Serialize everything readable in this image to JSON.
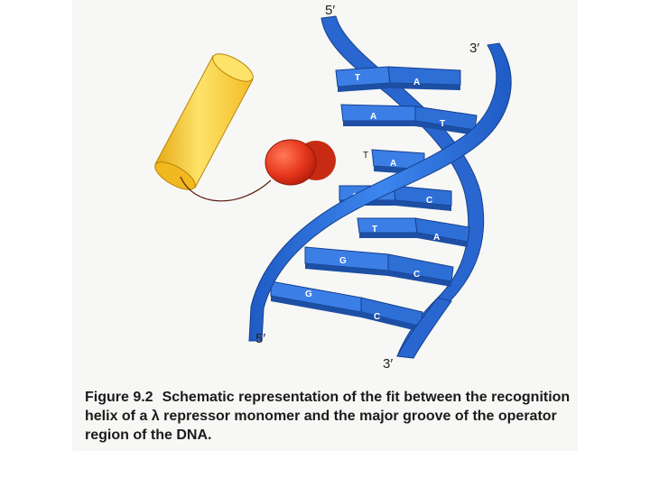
{
  "diagram": {
    "strand_labels": {
      "top_left": "5′",
      "top_right": "3′",
      "bottom_left": "5′",
      "bottom_right": "3′"
    },
    "bases": [
      {
        "left": "T",
        "right": "A"
      },
      {
        "left": "A",
        "right": "T"
      },
      {
        "left": "A",
        "right": ""
      },
      {
        "left": "G",
        "right": "C"
      },
      {
        "left": "T",
        "right": "A"
      },
      {
        "left": "G",
        "right": "C"
      },
      {
        "left": "G",
        "right": "C"
      }
    ],
    "extra_base": "T",
    "colors": {
      "dna_blue": "#2f6fd8",
      "dna_dark": "#1c4fa8",
      "helix_yellow": "#f7c93a",
      "protein_red": "#e8391e"
    }
  },
  "caption": {
    "figure_number": "Figure 9.2",
    "text": "Schematic representation of the fit between the recognition helix of a λ repressor monomer and the major groove of the operator region of the DNA."
  }
}
